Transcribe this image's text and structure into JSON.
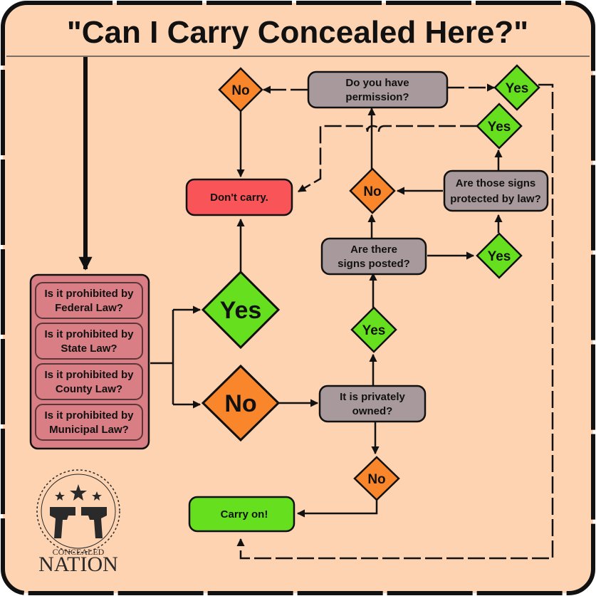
{
  "title": "\"Can I Carry Concealed Here?\"",
  "prohibited": [
    {
      "line1": "Is it prohibited by",
      "line2": "Federal Law?"
    },
    {
      "line1": "Is it prohibited by",
      "line2": "State Law?"
    },
    {
      "line1": "Is it prohibited by",
      "line2": "County Law?"
    },
    {
      "line1": "Is it prohibited by",
      "line2": "Municipal Law?"
    }
  ],
  "nodes": {
    "dont_carry": "Don't carry.",
    "carry_on": "Carry on!",
    "privately_owned": {
      "line1": "It is privately",
      "line2": "owned?"
    },
    "signs_posted": {
      "line1": "Are there",
      "line2": "signs posted?"
    },
    "signs_protected": {
      "line1": "Are those signs",
      "line2": "protected by law?"
    },
    "permission": {
      "line1": "Do you have",
      "line2": "permission?"
    }
  },
  "decisions": {
    "yes_big": "Yes",
    "no_big": "No",
    "no_private": "No",
    "yes_private": "Yes",
    "yes_signs": "Yes",
    "yes_protected": "Yes",
    "no_protected": "No",
    "yes_permission": "Yes",
    "no_permission": "No"
  },
  "logo": {
    "line1": "CONCEALED",
    "line2": "NATION"
  },
  "colors": {
    "background": "#fdd3b1",
    "frame": "#111111",
    "prohibited_panel": "#d97e84",
    "question_box": "#a89a9c",
    "dont_carry": "#f95559",
    "carry_on": "#66e01e",
    "yes": "#66e01e",
    "no": "#f9862a"
  }
}
